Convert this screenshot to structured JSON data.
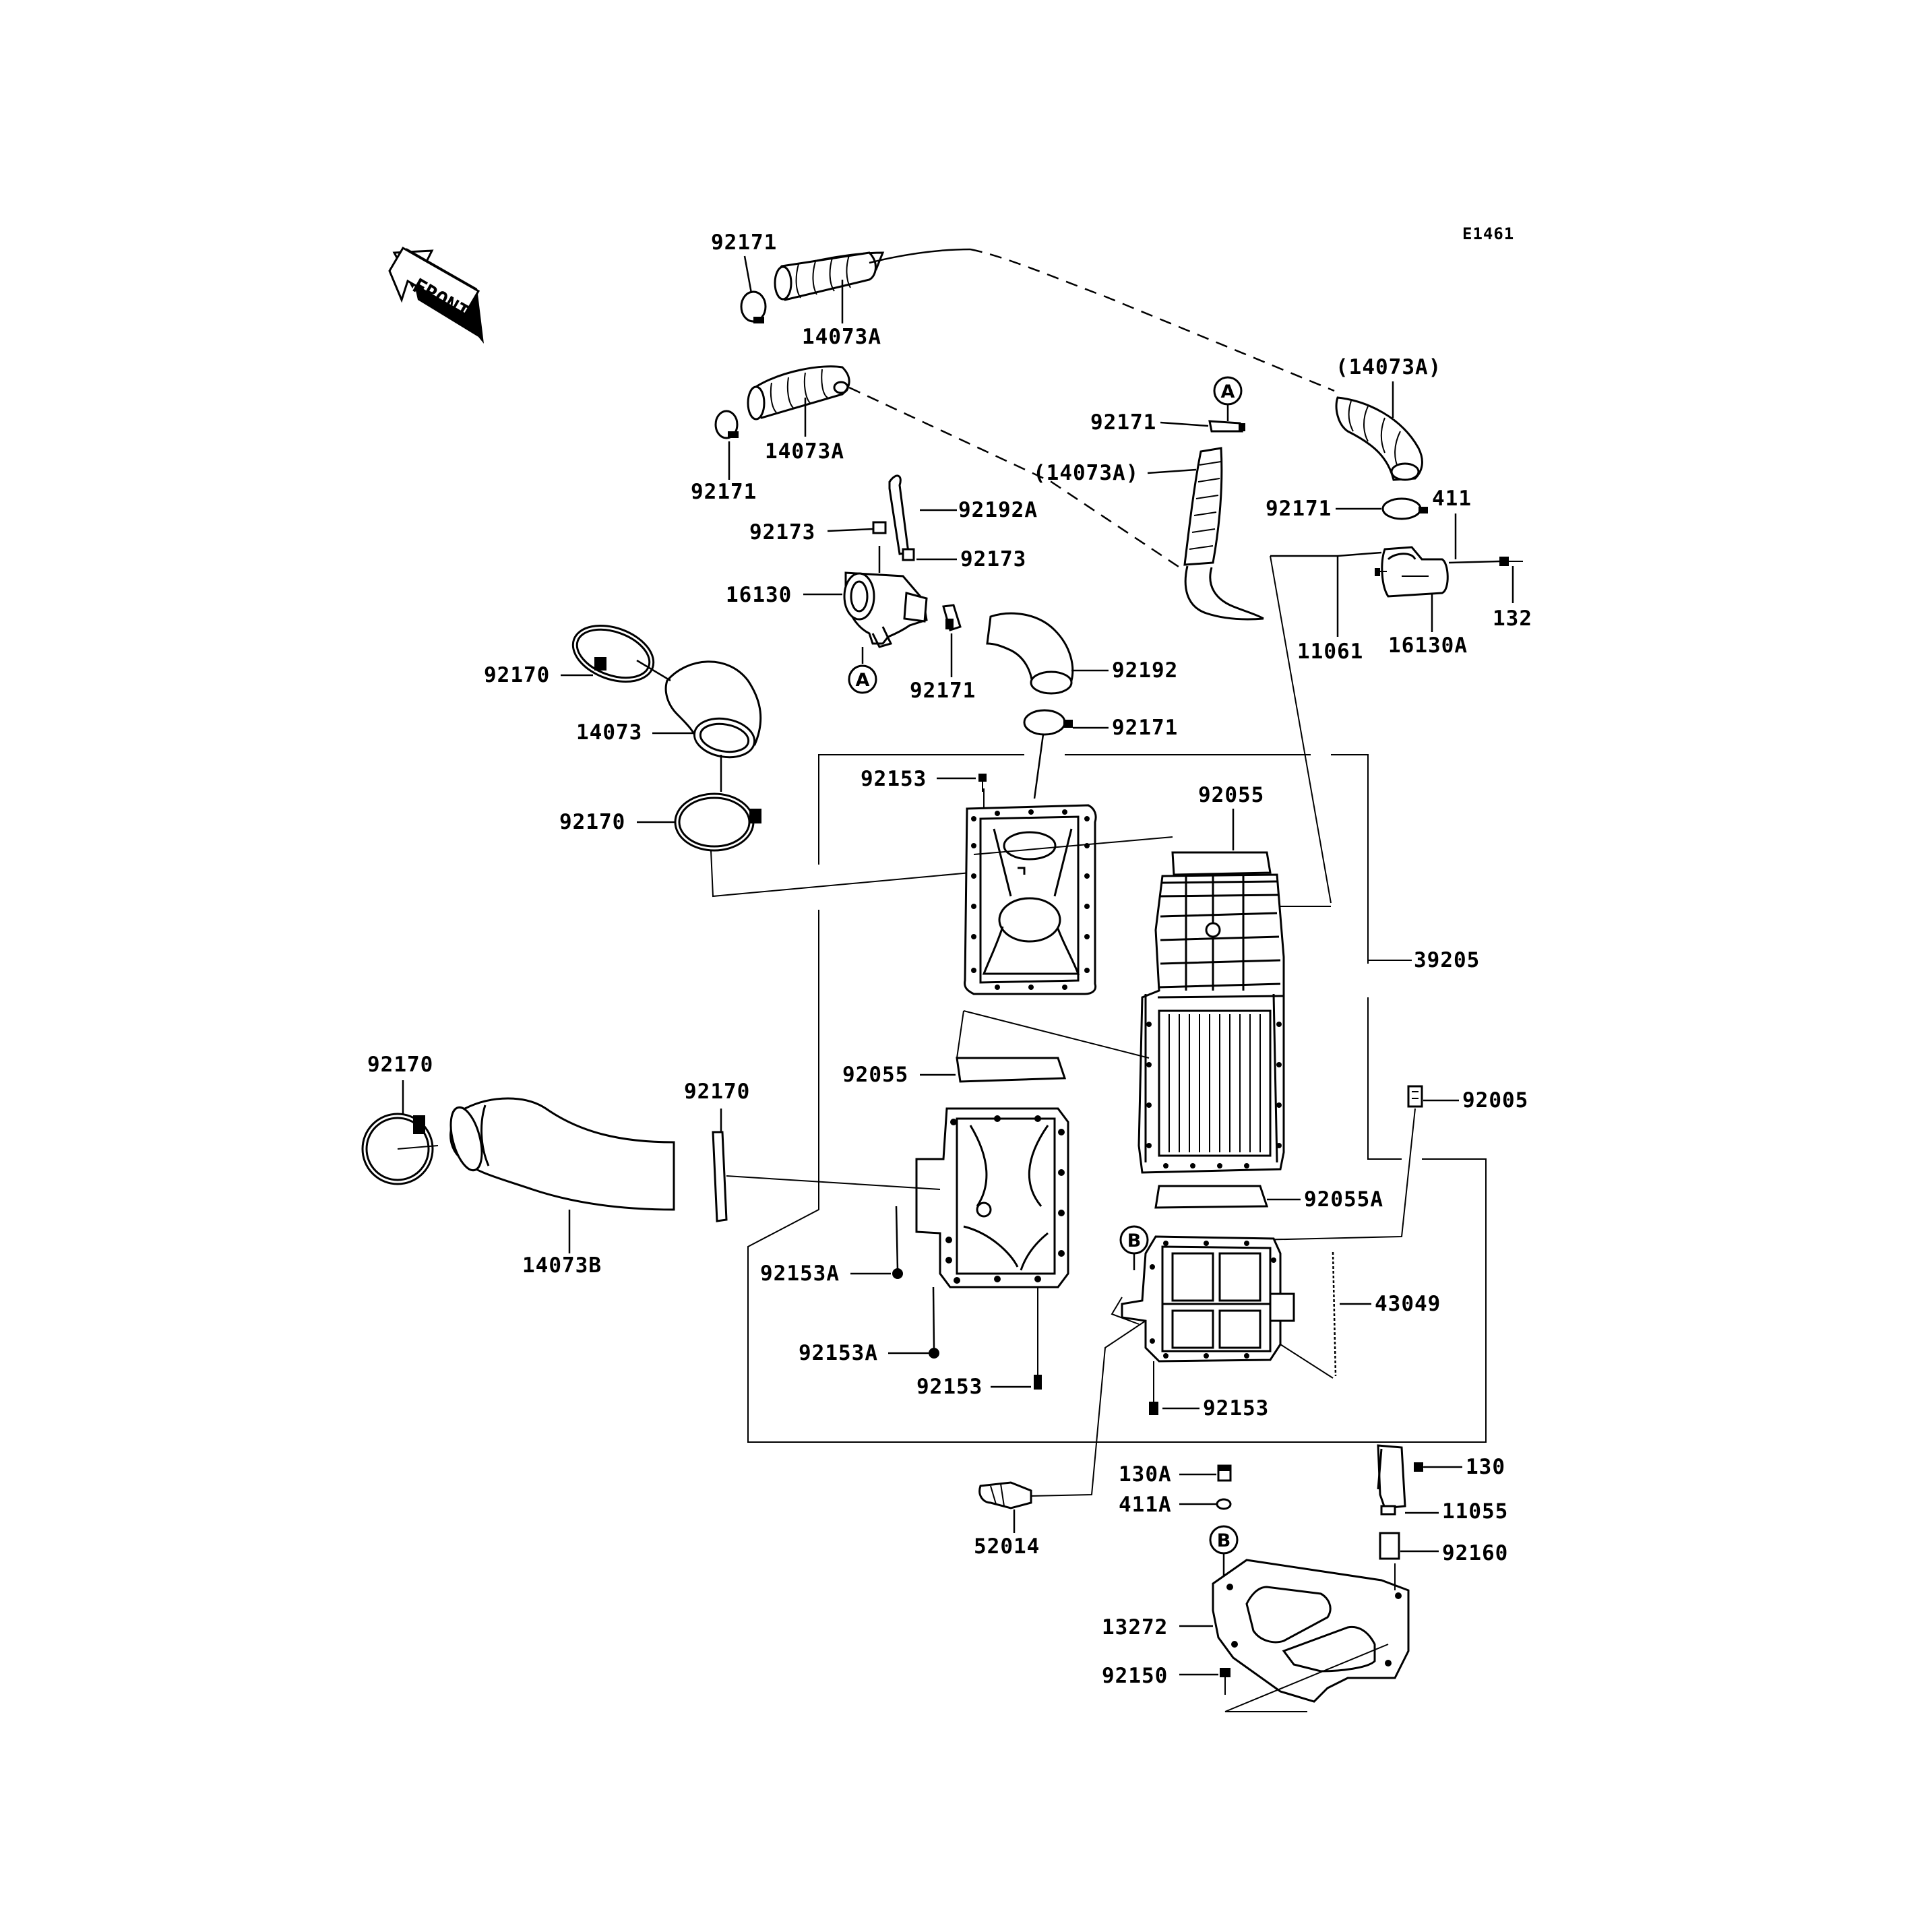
{
  "diagram_code": "E1461",
  "front_label": "FRONT",
  "ref_a": "A",
  "ref_b": "B",
  "labels": {
    "c92171_top": "92171",
    "c14073A_top": "14073A",
    "c14073A_paren_right": "(14073A)",
    "c92171_a": "92171",
    "c14073A_paren_mid": "(14073A)",
    "c14073A_second": "14073A",
    "c92171_second": "92171",
    "c92171_right": "92171",
    "c411": "411",
    "c92192A": "92192A",
    "c92173_left": "92173",
    "c92173_right": "92173",
    "c16130": "16130",
    "c132": "132",
    "c11061": "11061",
    "c16130A": "16130A",
    "c92170_upper": "92170",
    "c92171_mid": "92171",
    "c92192": "92192",
    "c14073": "14073",
    "c92171_lower": "92171",
    "c92153_top": "92153",
    "c92055_top": "92055",
    "c92170_mid": "92170",
    "c39205": "39205",
    "c92170_left": "92170",
    "c92170_right": "92170",
    "c92055_mid": "92055",
    "c92005": "92005",
    "c92055A": "92055A",
    "c14073B": "14073B",
    "c92153A_upper": "92153A",
    "c43049": "43049",
    "c92153A_lower": "92153A",
    "c92153_mid": "92153",
    "c92153_bottom": "92153",
    "c130A": "130A",
    "c130": "130",
    "c411A": "411A",
    "c11055": "11055",
    "c52014": "52014",
    "c92160": "92160",
    "c13272": "13272",
    "c92150": "92150"
  }
}
